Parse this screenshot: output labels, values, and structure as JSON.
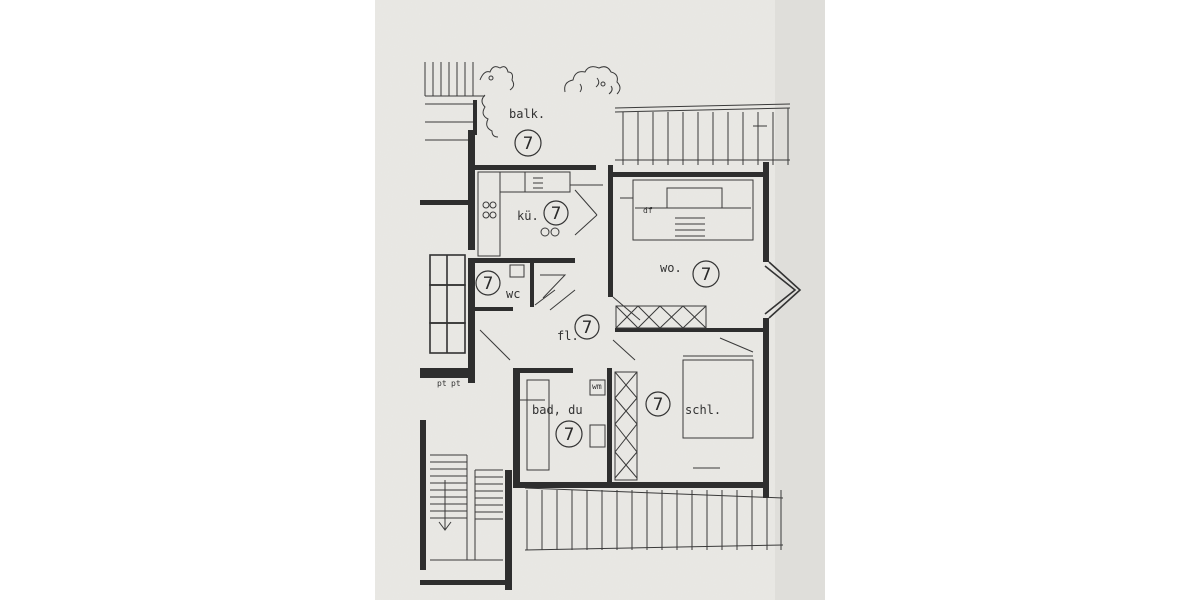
{
  "rooms": {
    "balkon": {
      "label": "balk.",
      "number": "7"
    },
    "kueche": {
      "label": "kü.",
      "number": "7"
    },
    "wc": {
      "label": "wc",
      "number": "7"
    },
    "wohnen": {
      "label": "wo.",
      "number": "7"
    },
    "flur": {
      "label": "fl.",
      "number": "7"
    },
    "bad": {
      "label": "bad, du",
      "number": "7"
    },
    "schlafen": {
      "label": "schl.",
      "number": "7"
    }
  },
  "annotations": {
    "dachfenster": "df",
    "waschmaschine": "wm",
    "shaft_left": "pt",
    "shaft_right": "pt"
  }
}
